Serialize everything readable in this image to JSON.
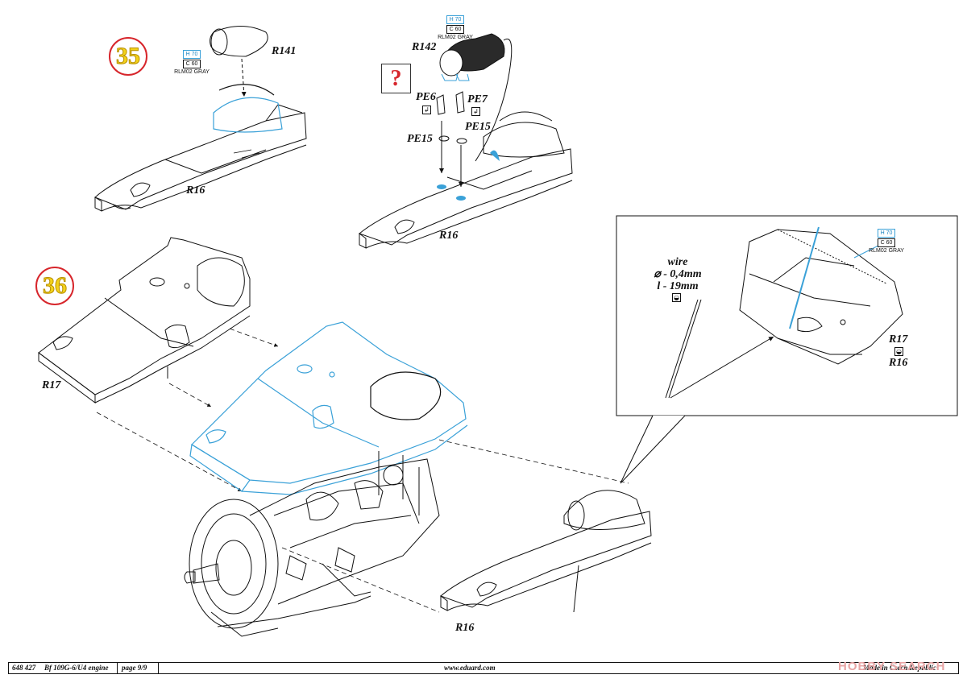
{
  "steps": {
    "step_35": "35",
    "step_36": "36"
  },
  "paint": {
    "h_code": "H 70",
    "c_code": "C 60",
    "name": "RLM02 GRAY"
  },
  "parts": {
    "r141": "R141",
    "r142": "R142",
    "pe6": "PE6",
    "pe7": "PE7",
    "pe15_left": "PE15",
    "pe15_right": "PE15",
    "r16_a": "R16",
    "r16_b": "R16",
    "r16_c": "R16",
    "r16_d": "R16",
    "r17_main": "R17",
    "r17_detail": "R17"
  },
  "question_mark": "?",
  "wire": {
    "title": "wire",
    "diameter": "⌀ - 0,4mm",
    "length": "l - 19mm"
  },
  "footer": {
    "kit_number": "648 427",
    "kit_name": "Bf 109G-6/U4 engine",
    "page": "page 9/9",
    "website": "www.eduard.com",
    "made_in": "Made in Czech Republic"
  },
  "watermark": "HOBBY SEARCH",
  "colors": {
    "step_ring": "#d7262c",
    "step_fill": "#f3d21b",
    "highlight": "#3aa1d8",
    "line": "#111111"
  }
}
